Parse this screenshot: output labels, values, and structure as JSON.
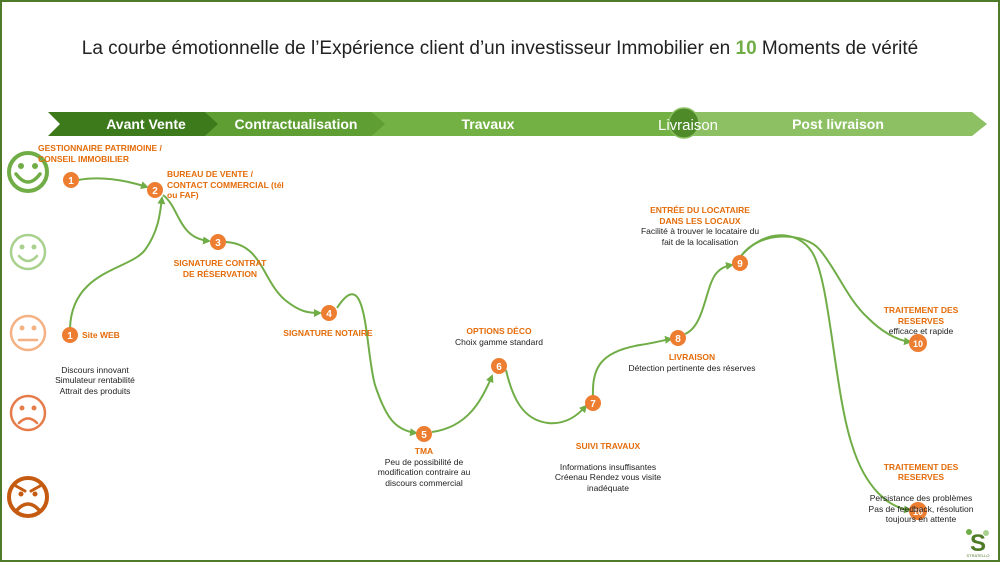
{
  "title": {
    "before": "La courbe émotionnelle de l’Expérience client d’un investisseur Immobilier en ",
    "number": "10",
    "after": " Moments de vérité"
  },
  "phases": [
    "Avant Vente",
    "Contractualisation",
    "Travaux",
    "Livraison",
    "Post livraison"
  ],
  "moments": [
    {
      "num": "1",
      "head": "GESTIONNAIRE PATRIMOINE / CONSEIL IMMOBILIER",
      "body": ""
    },
    {
      "num": "1",
      "head": "Site WEB",
      "body": "Discours innovant\nSimulateur rentabilité\nAttrait des produits"
    },
    {
      "num": "2",
      "head": "BUREAU DE VENTE / CONTACT COMMERCIAL (tél ou FAF)",
      "body": ""
    },
    {
      "num": "3",
      "head": "SIGNATURE CONTRAT DE RÉSERVATION",
      "body": ""
    },
    {
      "num": "4",
      "head": "SIGNATURE NOTAIRE",
      "body": ""
    },
    {
      "num": "5",
      "head": "TMA",
      "body": "Peu de possibilité de modification contraire au discours commercial"
    },
    {
      "num": "6",
      "head": "OPTIONS DÉCO",
      "body": "Choix gamme standard"
    },
    {
      "num": "7",
      "head": "SUIVI TRAVAUX",
      "body": "Informations insuffisantes\nCréenau Rendez vous visite inadéquate"
    },
    {
      "num": "8",
      "head": "LIVRAISON",
      "body": "Détection pertinente des réserves"
    },
    {
      "num": "9",
      "head": "ENTRÉE DU LOCATAIRE DANS LES LOCAUX",
      "body": "Facilité à trouver le locataire du fait de la localisation"
    },
    {
      "num": "10",
      "head": "TRAITEMENT DES RESERVES",
      "body": "efficace et rapide"
    },
    {
      "num": "10",
      "head": "TRAITEMENT DES RESERVES",
      "body": "Persistance des problèmes\nPas de feedback, résolution toujours en attente"
    }
  ],
  "emotions": [
    "very-happy-face-icon",
    "happy-face-icon",
    "neutral-face-icon",
    "sad-face-icon",
    "angry-face-icon"
  ],
  "colors": {
    "phase_dark": "#3d7a1c",
    "phase_mid": "#5f9e32",
    "phase_light": "#8cc063",
    "curve": "#70ad47",
    "marker": "#ed7d31",
    "label_head": "#e46c0a",
    "frame": "#4f7a28"
  },
  "logo": {
    "text": "STRATELLO"
  }
}
